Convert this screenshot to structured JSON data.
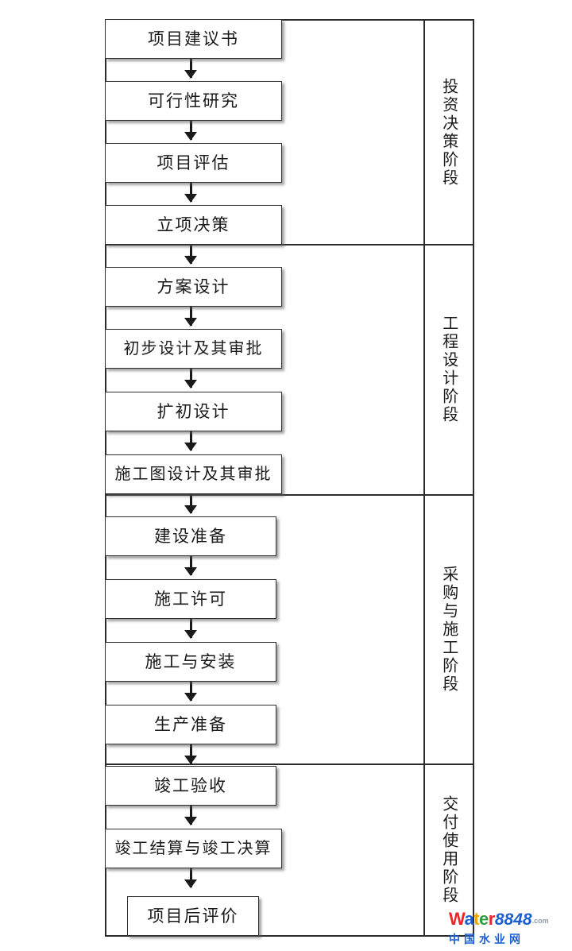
{
  "diagram": {
    "type": "flowchart",
    "orientation": "vertical",
    "nodes": [
      {
        "id": "n1",
        "label": "项目建议书",
        "stage": 0
      },
      {
        "id": "n2",
        "label": "可行性研究",
        "stage": 0
      },
      {
        "id": "n3",
        "label": "项目评估",
        "stage": 0
      },
      {
        "id": "n4",
        "label": "立项决策",
        "stage": 0
      },
      {
        "id": "n5",
        "label": "方案设计",
        "stage": 1
      },
      {
        "id": "n6",
        "label": "初步设计及其审批",
        "stage": 1
      },
      {
        "id": "n7",
        "label": "扩初设计",
        "stage": 1
      },
      {
        "id": "n8",
        "label": "施工图设计及其审批",
        "stage": 1
      },
      {
        "id": "n9",
        "label": "建设准备",
        "stage": 2
      },
      {
        "id": "n10",
        "label": "施工许可",
        "stage": 2
      },
      {
        "id": "n11",
        "label": "施工与安装",
        "stage": 2
      },
      {
        "id": "n12",
        "label": "生产准备",
        "stage": 2
      },
      {
        "id": "n13",
        "label": "竣工验收",
        "stage": 3
      },
      {
        "id": "n14",
        "label": "竣工结算与竣工决算",
        "stage": 3
      },
      {
        "id": "n15",
        "label": "项目后评价",
        "stage": 3
      }
    ],
    "stages": [
      {
        "id": "s1",
        "label": "投资决策阶段"
      },
      {
        "id": "s2",
        "label": "工程设计阶段"
      },
      {
        "id": "s3",
        "label": "采购与施工阶段"
      },
      {
        "id": "s4",
        "label": "交付使用阶段"
      }
    ],
    "colors": {
      "box_fill": "#ffffff",
      "box_border": "#2f2f2f",
      "line": "#1a1a1a",
      "text": "#1a1a1a"
    }
  },
  "watermark": {
    "letters": [
      "W",
      "a",
      "t",
      "e",
      "r"
    ],
    "number": "8848",
    "domain": ".com",
    "subtitle": "中国水业网",
    "colors": {
      "W": "#e8262c",
      "a": "#1a5fd0",
      "t": "#f0a500",
      "e": "#2f9e41",
      "r": "#e8262c",
      "number": "#1a5fd0",
      "domain": "#8e9aa8",
      "subtitle": "#1a5fd0"
    }
  }
}
